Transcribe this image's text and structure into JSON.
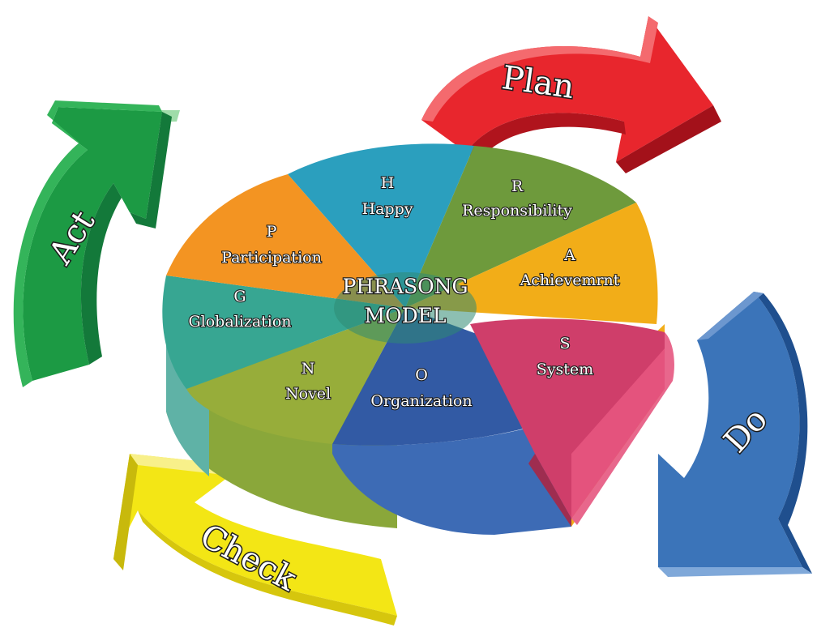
{
  "center": {
    "line1": "PHRASONG",
    "line2": "MODEL"
  },
  "segments": [
    {
      "id": "h",
      "letter": "H",
      "word": "Happy",
      "color": "#2b9fbe"
    },
    {
      "id": "r",
      "letter": "R",
      "word": "Responsibility",
      "color": "#6e9a3c"
    },
    {
      "id": "a",
      "letter": "A",
      "word": "Achievemrnt",
      "color": "#f2ad18"
    },
    {
      "id": "s",
      "letter": "S",
      "word": "System",
      "color": "#cf3e6a"
    },
    {
      "id": "o",
      "letter": "O",
      "word": "Organization",
      "color": "#325aa4"
    },
    {
      "id": "n",
      "letter": "N",
      "word": "Novel",
      "color": "#97ad3a"
    },
    {
      "id": "g",
      "letter": "G",
      "word": "Globalization",
      "color": "#37a692"
    },
    {
      "id": "p",
      "letter": "P",
      "word": "Participation",
      "color": "#f39422"
    }
  ],
  "cycle": [
    {
      "id": "plan",
      "label": "Plan",
      "color": "#e41e26"
    },
    {
      "id": "do",
      "label": "Do",
      "color": "#3b74b9"
    },
    {
      "id": "check",
      "label": "Check",
      "color": "#f3e615"
    },
    {
      "id": "act",
      "label": "Act",
      "color": "#22a548"
    }
  ]
}
